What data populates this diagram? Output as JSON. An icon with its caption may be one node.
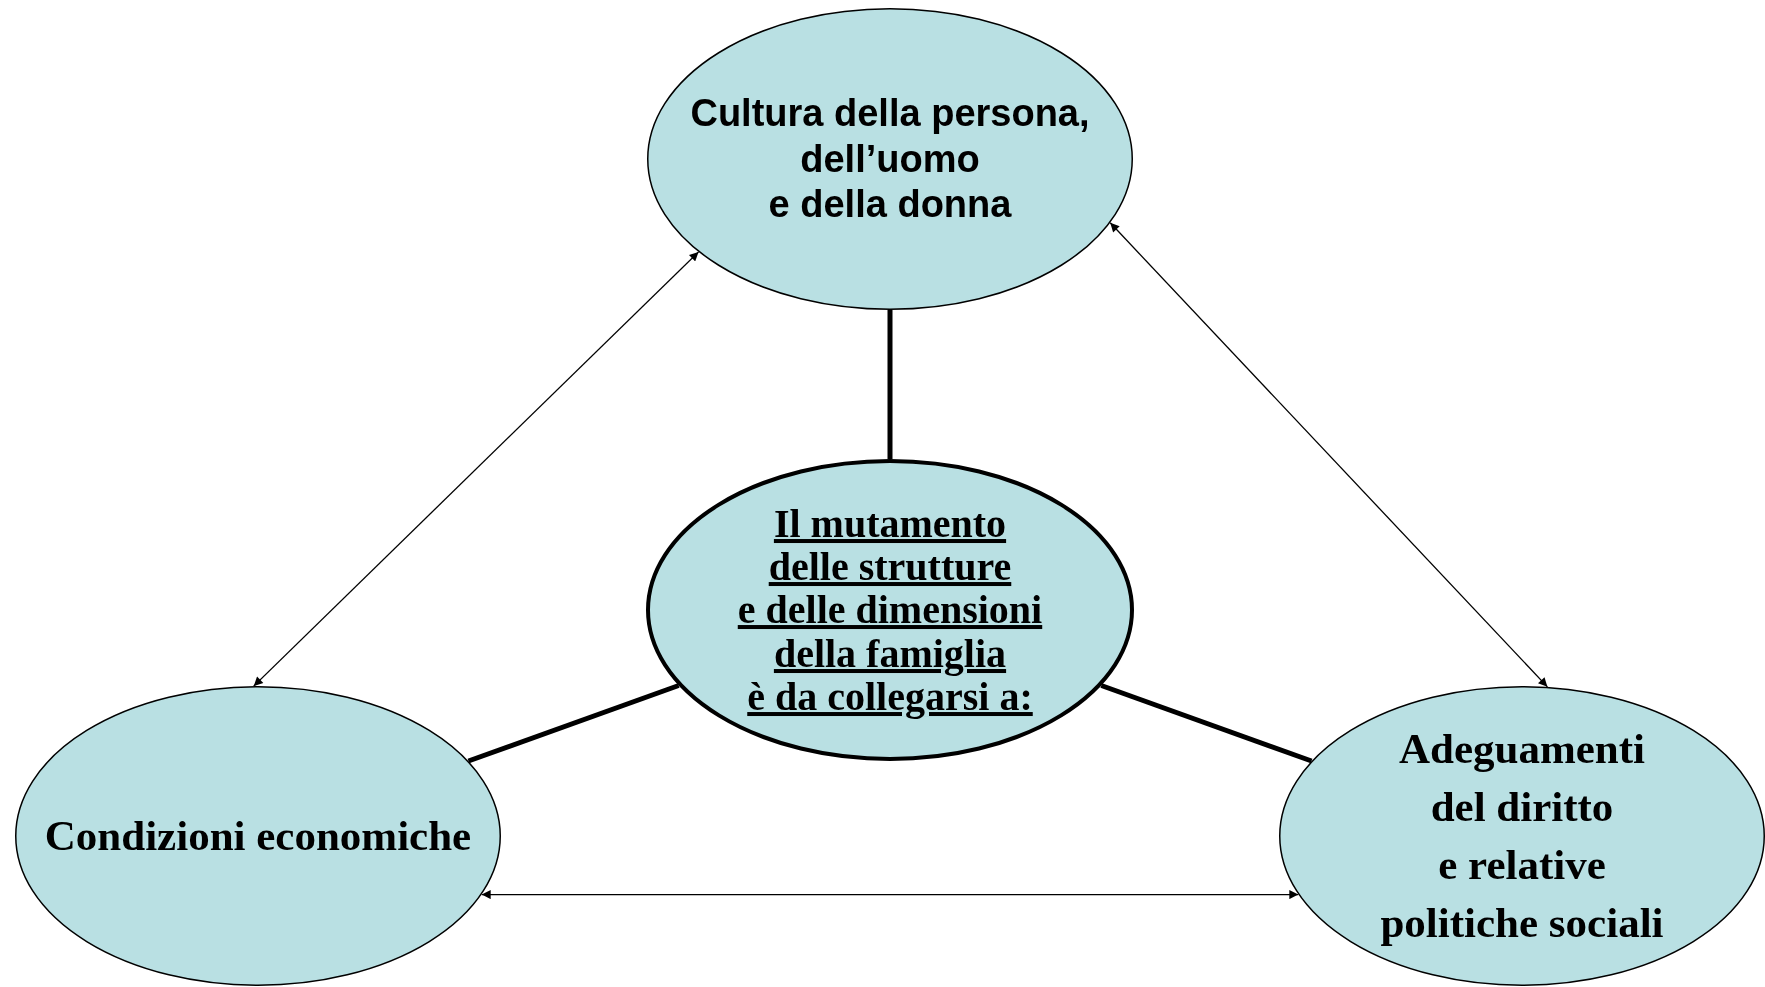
{
  "diagram": {
    "nodes": [
      {
        "text": [
          "Cultura della persona, dell’uomo e della donna"
        ]
      },
      {
        "text": [
          "Il mutamento delle strutture e delle dimensioni della famiglia è da collegarsi a:"
        ]
      },
      {
        "text": [
          "Condizioni economiche"
        ]
      },
      {
        "text": [
          "Adeguamenti del diritto e relative politiche sociali"
        ]
      }
    ],
    "edges": [
      {
        "from": 1,
        "to": 0,
        "arrow": "none",
        "style": "thick"
      },
      {
        "from": 1,
        "to": 2,
        "arrow": "none",
        "style": "thick"
      },
      {
        "from": 1,
        "to": 3,
        "arrow": "none",
        "style": "thick"
      },
      {
        "from": 0,
        "to": 2,
        "arrow": "both"
      },
      {
        "from": 0,
        "to": 3,
        "arrow": "both"
      },
      {
        "from": 2,
        "to": 3,
        "arrow": "both"
      }
    ]
  }
}
